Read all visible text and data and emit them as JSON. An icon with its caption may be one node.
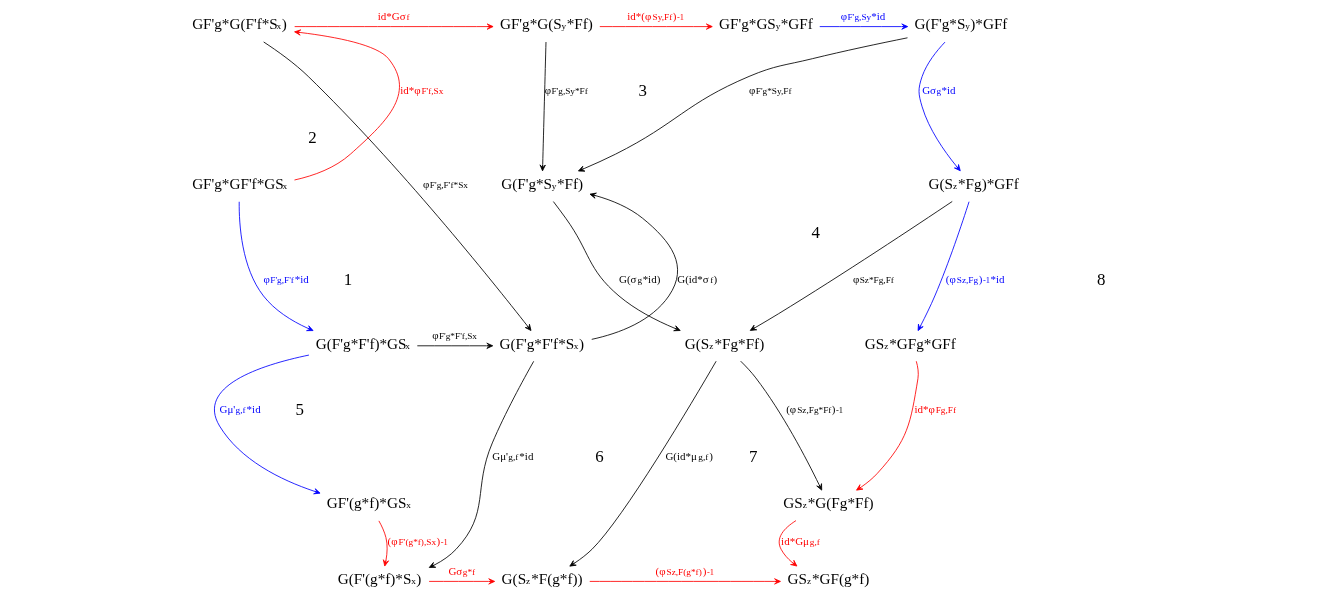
{
  "diagram": {
    "nodes": [
      {
        "text": [
          "GF'g*G(F'f*S$_{x}$)"
        ]
      },
      {
        "text": [
          "GF'g*G(S$_{y}$*Ff)"
        ]
      },
      {
        "text": [
          "GF'g*GS$_{y}$*GFf"
        ]
      },
      {
        "text": [
          "G(F'g*S$_{y}$)*GFf"
        ]
      },
      {
        "text": [
          "GF'g*GF'f*GS$_{x}$"
        ]
      },
      {
        "text": [
          "G(F'g*S$_{y}$*Ff)"
        ]
      },
      {
        "text": [
          "G(S$_{z}$*Fg)*GFf"
        ]
      },
      {
        "text": [
          "G(F'g*F'f)*GS$_{x}$"
        ]
      },
      {
        "text": [
          "G(F'g*F'f*S$_{x}$)"
        ]
      },
      {
        "text": [
          "G(S$_{z}$*Fg*Ff)"
        ]
      },
      {
        "text": [
          "GS$_{z}$*GFg*GFf"
        ]
      },
      {
        "text": [
          "GF'(g*f)*GS$_{x}$"
        ]
      },
      {
        "text": [
          "GS$_{z}$*G(Fg*Ff)"
        ]
      },
      {
        "text": [
          "G(F'(g*f)*S$_{x}$)"
        ]
      },
      {
        "text": [
          "G(S$_{z}$*F(g*f))"
        ]
      },
      {
        "text": [
          "GS$_{z}$*GF(g*f)"
        ]
      }
    ],
    "edges": [
      {
        "from": 0,
        "to": 1,
        "arrow": "to",
        "label": "id*Gσ$_{f}$",
        "color": "#ff0000"
      },
      {
        "from": 1,
        "to": 2,
        "arrow": "to",
        "label": "id*(φ$_{Sy,Ff}$)$^{-1}$",
        "color": "#ff0000"
      },
      {
        "from": 2,
        "to": 3,
        "arrow": "to",
        "label": "φ$_{F'g,Sy}$*id",
        "color": "#0000ff"
      },
      {
        "from": 4,
        "to": 0,
        "arrow": "to",
        "label": "id*φ$_{F'f,Sx}$",
        "color": "#ff0000"
      },
      {
        "from": 0,
        "to": 8,
        "arrow": "to",
        "label": "φ$_{F'g,F'f*Sx}$"
      },
      {
        "from": 1,
        "to": 5,
        "arrow": "to",
        "label": "φ$_{F'g,Sy*Ff}$"
      },
      {
        "from": 3,
        "to": 5,
        "arrow": "to",
        "label": "φ$_{F'g*Sy,Ff}$"
      },
      {
        "from": 3,
        "to": 6,
        "arrow": "to",
        "label": "Gσ$_{g}$*id",
        "color": "#0000ff"
      },
      {
        "from": 4,
        "to": 7,
        "arrow": "to",
        "label": "φ$_{F'g,F'f}$*id",
        "color": "#0000ff"
      },
      {
        "from": 8,
        "to": 5,
        "arrow": "to",
        "label": "G(id*σ$_{f}$)"
      },
      {
        "from": 5,
        "to": 9,
        "arrow": "to",
        "label": "G(σ$_{g}$*id)"
      },
      {
        "from": 6,
        "to": 9,
        "arrow": "to",
        "label": "φ$_{Sz*Fg,Ff}$"
      },
      {
        "from": 6,
        "to": 10,
        "arrow": "to",
        "label": "(φ$_{Sz,Fg}$)$^{-1}$*id",
        "color": "#0000ff"
      },
      {
        "from": 7,
        "to": 8,
        "arrow": "to",
        "label": "φ$_{F'g*F'f,Sx}$"
      },
      {
        "from": 7,
        "to": 11,
        "arrow": "to",
        "label": "Gμ'$_{g,f}$*id",
        "color": "#0000ff"
      },
      {
        "from": 8,
        "to": 13,
        "arrow": "to",
        "label": "Gμ'$_{g,f}$*id"
      },
      {
        "from": 9,
        "to": 14,
        "arrow": "to",
        "label": "G(id*μ$_{g,f}$)"
      },
      {
        "from": 9,
        "to": 12,
        "arrow": "to",
        "label": "(φ$_{Sz,Fg*Ff}$)$^{-1}$"
      },
      {
        "from": 10,
        "to": 12,
        "arrow": "to",
        "label": "id*φ$_{Fg,Ff}$",
        "color": "#ff0000"
      },
      {
        "from": 11,
        "to": 13,
        "arrow": "to",
        "label": "(φ$_{F'(g*f),Sx}$)$^{-1}$",
        "color": "#ff0000"
      },
      {
        "from": 12,
        "to": 15,
        "arrow": "to",
        "label": "id*Gμ$_{g,f}$",
        "color": "#ff0000"
      },
      {
        "from": 13,
        "to": 14,
        "arrow": "to",
        "label": "Gσ$_{g*f}$",
        "color": "#ff0000"
      },
      {
        "from": 14,
        "to": 15,
        "arrow": "to",
        "label": "(φ$_{Sz,F(g*f)}$)$^{-1}$",
        "color": "#ff0000"
      }
    ],
    "labels": [
      "2",
      "3",
      "4",
      "1",
      "8",
      "5",
      "6",
      "7"
    ]
  }
}
